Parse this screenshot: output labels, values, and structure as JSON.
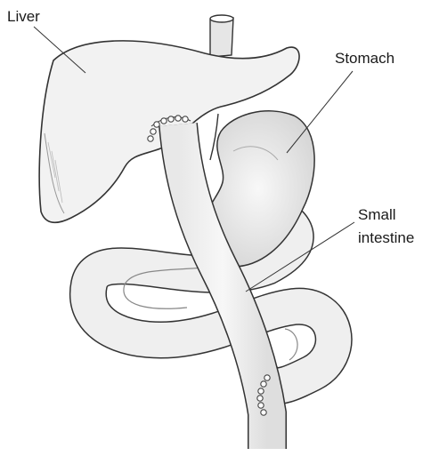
{
  "labels": {
    "liver": "Liver",
    "stomach": "Stomach",
    "small_intestine_line1": "Small",
    "small_intestine_line2": "intestine"
  }
}
